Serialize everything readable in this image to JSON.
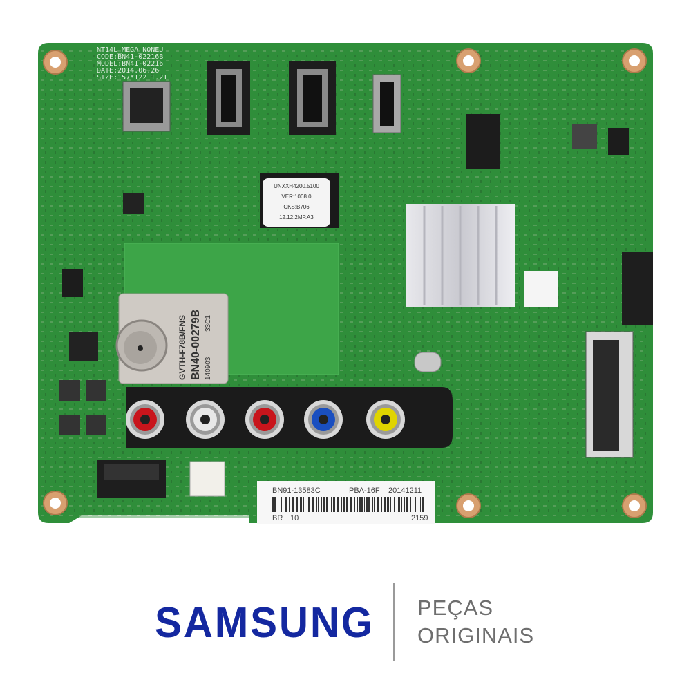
{
  "board": {
    "silkscreen": {
      "line1": "NT14L_MEGA_NONEU",
      "line2": "CODE:BN41-02216B",
      "line3": "MODEL:BN41-02216",
      "line4": "DATE:2014.06.26",
      "line5": "SIZE:157*122 1.2T"
    },
    "chip_label": [
      "UNXXH4200.5100",
      "VER:1008.0",
      "CKS:B706",
      "12.12.2MP.A3"
    ],
    "tuner_label": {
      "model": "GVTH-F78B/FNS",
      "part": "BN40-00279B",
      "code": "33C1",
      "lot": "140903"
    },
    "barcode_label": {
      "part_number": "BN91-13583C",
      "pba": "PBA-16F",
      "date": "20141211",
      "region": "BR",
      "rev": "10",
      "serial": "2159"
    },
    "rca_jack_colors": [
      "#c8151c",
      "#e8e8e8",
      "#c8151c",
      "#1a4fc0",
      "#e0d400"
    ],
    "pcb_color": "#2f8f3a"
  },
  "brand": {
    "logo": "SAMSUNG",
    "logo_color": "#1428a0",
    "tagline_line1": "PEÇAS",
    "tagline_line2": "ORIGINAIS"
  }
}
